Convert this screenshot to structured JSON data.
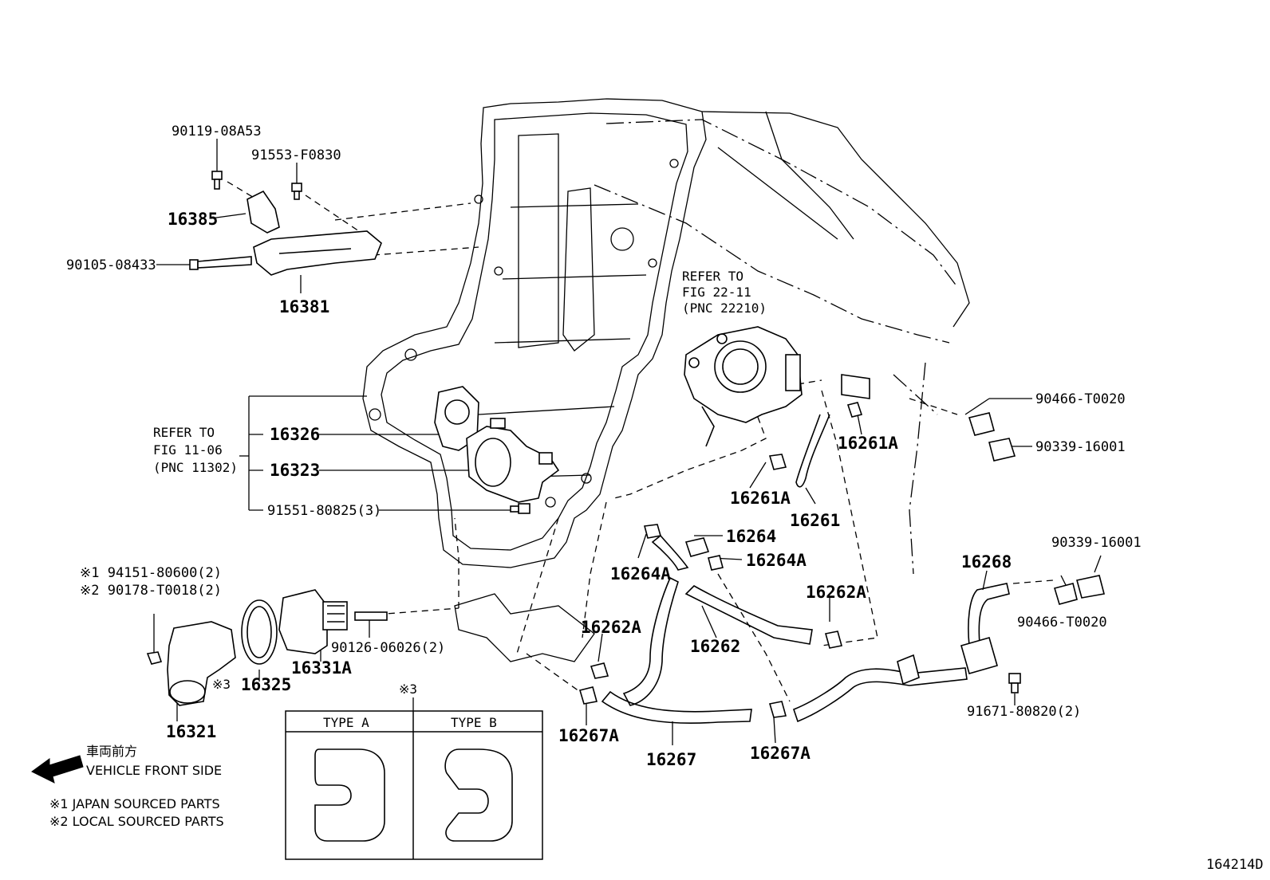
{
  "figure_id": "164214D",
  "callouts": {
    "p90119": "90119-08A53",
    "p91553": "91553-F0830",
    "p16385": "16385",
    "p90105": "90105-08433",
    "p16381": "16381",
    "refer_to_1": "REFER TO",
    "fig_22_11": "FIG 22-11",
    "pnc_22210": "(PNC 22210)",
    "refer_to_2": "REFER TO",
    "fig_11_06": "FIG 11-06",
    "pnc_11302": "(PNC 11302)",
    "p16326": "16326",
    "p16323": "16323",
    "p91551": "91551-80825(3)",
    "p90466a": "90466-T0020",
    "p90339a": "90339-16001",
    "p16261A_top": "16261A",
    "p16261A_mid": "16261A",
    "p16261": "16261",
    "p16264": "16264",
    "p16264A_right": "16264A",
    "p16264A_left": "16264A",
    "p16268": "16268",
    "p90339b": "90339-16001",
    "p90466b": "90466-T0020",
    "p16262A_right": "16262A",
    "p16262A_left": "16262A",
    "p16262": "16262",
    "p91671": "91671-80820(2)",
    "p16267A_left": "16267A",
    "p16267": "16267",
    "p16267A_right": "16267A",
    "p94151": "※1 94151-80600(2)",
    "p90178": "※2 90178-T0018(2)",
    "p16325": "16325",
    "p16331A": "16331A",
    "p90126": "90126-06026(2)",
    "p16321": "16321",
    "mark3": "※3"
  },
  "type_table": {
    "marker": "※3",
    "type_a": "TYPE  A",
    "type_b": "TYPE  B"
  },
  "legend": {
    "front_jp": "車両前方",
    "front_en": "VEHICLE FRONT SIDE",
    "note1": "※1 JAPAN SOURCED PARTS",
    "note2": "※2 LOCAL SOURCED PARTS"
  }
}
